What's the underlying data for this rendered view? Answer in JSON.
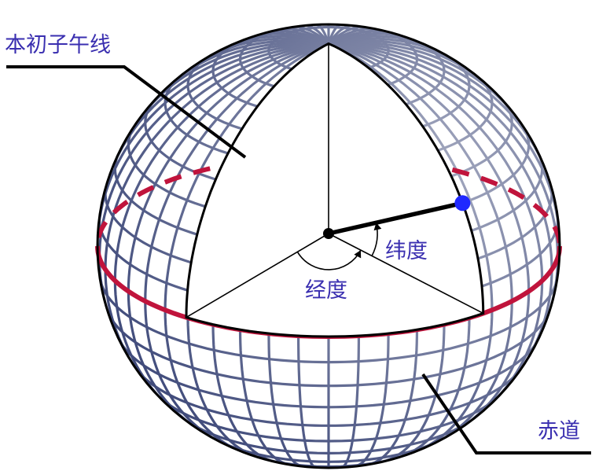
{
  "labels": {
    "prime_meridian": "本初子午线",
    "latitude": "纬度",
    "longitude": "经度",
    "equator": "赤道"
  },
  "colors": {
    "grid": "#3f4a7a",
    "grid_fade": "#c2c6dc",
    "outline": "#000000",
    "equator": "#c0143c",
    "label_text": "#3a2fb0",
    "point": "#1f28ff"
  },
  "figure": {
    "grid_spacing_deg": 15,
    "point_latitude_deg": 30
  }
}
